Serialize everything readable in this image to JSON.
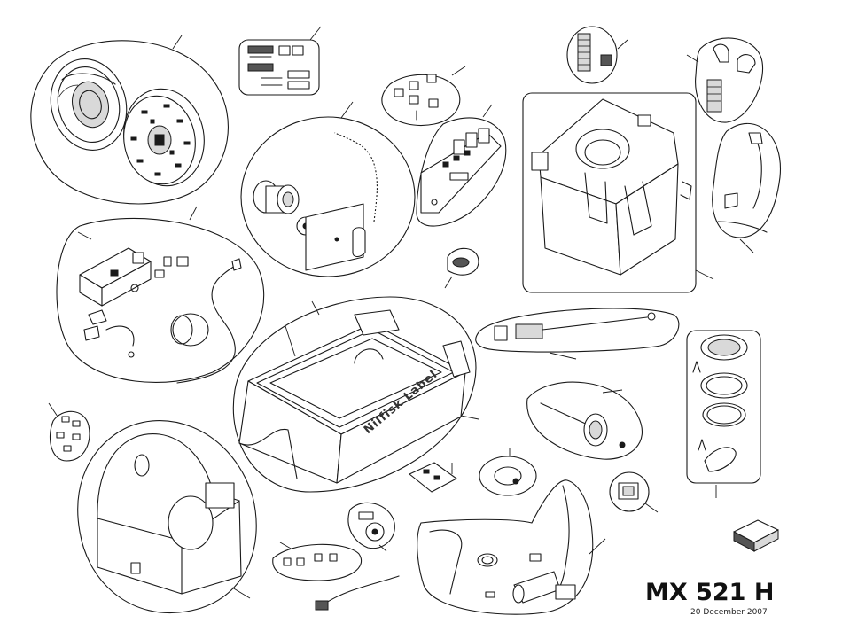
{
  "document": {
    "model_title": "MX 521 H",
    "date": "20 December 2007"
  },
  "parts": {
    "tank_brand_label": "Nilfisk Label"
  },
  "colors": {
    "ink": "#1a1a1a",
    "paper": "#ffffff",
    "shade": "#d9d9d9"
  }
}
